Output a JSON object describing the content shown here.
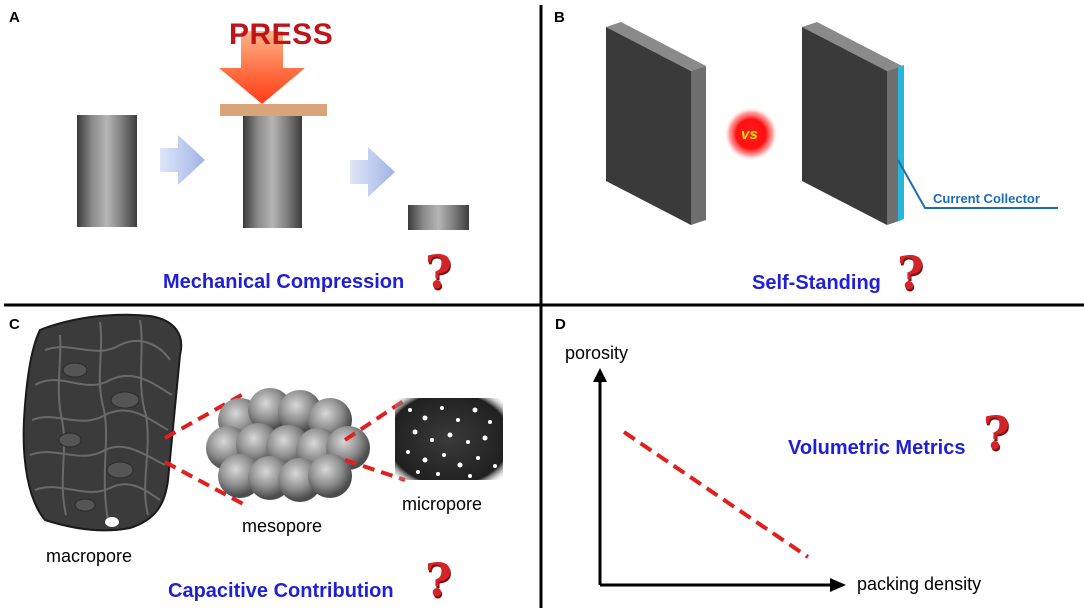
{
  "panels": {
    "a": {
      "letter": "A",
      "press_label": "PRESS",
      "title": "Mechanical Compression",
      "question": "?"
    },
    "b": {
      "letter": "B",
      "vs_label": "vs",
      "collector_label": "Current Collector",
      "title": "Self-Standing",
      "question": "?"
    },
    "c": {
      "letter": "C",
      "macropore_label": "macropore",
      "mesopore_label": "mesopore",
      "micropore_label": "micropore",
      "title": "Capacitive Contribution",
      "question": "?"
    },
    "d": {
      "letter": "D",
      "y_axis_label": "porosity",
      "x_axis_label": "packing density",
      "title": "Volumetric Metrics",
      "question": "?"
    }
  },
  "colors": {
    "title_blue": "#1f1fd6",
    "press_red": "#c0141b",
    "dash_red": "#e01f1f",
    "collector_blue": "#1e6db3",
    "question_red": "#d3242a"
  }
}
